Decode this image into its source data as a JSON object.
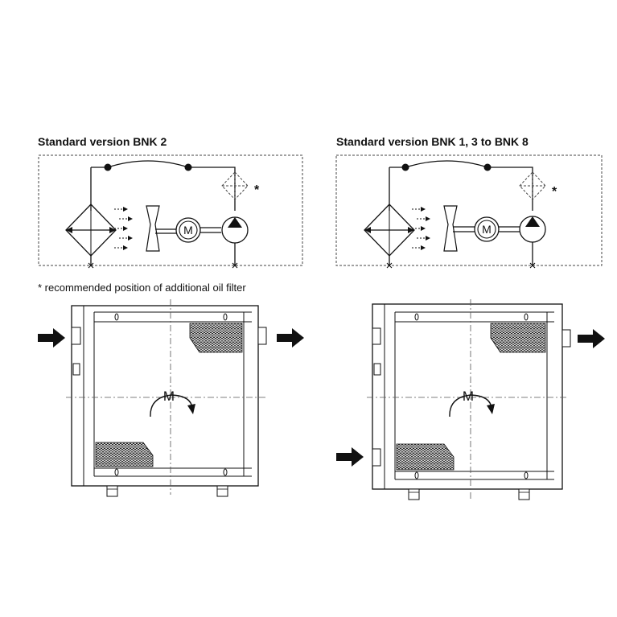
{
  "left_panel": {
    "title": "Standard version BNK 2",
    "motor_label": "M",
    "asterisk": "*",
    "rotation_label": "M"
  },
  "right_panel": {
    "title": "Standard version BNK 1, 3 to BNK 8",
    "motor_label": "M",
    "asterisk": "*",
    "rotation_label": "M"
  },
  "footnote": "* recommended position of additional oil filter"
}
